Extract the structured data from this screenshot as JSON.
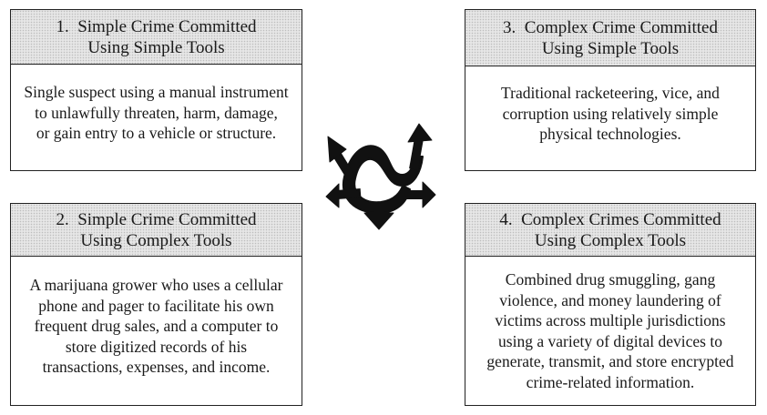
{
  "quadrants": [
    {
      "number": "1.",
      "title_lines": [
        "Simple Crime Committed",
        "Using Simple Tools"
      ],
      "body_lines": [
        "Single suspect using a manual instrument",
        "to unlawfully threaten, harm, damage,",
        "or gain entry to a vehicle or structure."
      ]
    },
    {
      "number": "2.",
      "title_lines": [
        "Simple Crime Committed",
        "Using Complex Tools"
      ],
      "body_lines": [
        "A marijuana grower who uses a cellular",
        "phone and pager to facilitate his own",
        "frequent drug sales, and a computer to",
        "store digitized records of his",
        "transactions, expenses, and income."
      ]
    },
    {
      "number": "3.",
      "title_lines": [
        "Complex Crime Committed",
        "Using Simple Tools"
      ],
      "body_lines": [
        "Traditional racketeering, vice, and",
        "corruption using relatively simple",
        "physical technologies."
      ]
    },
    {
      "number": "4.",
      "title_lines": [
        "Complex Crimes Committed",
        "Using Complex Tools"
      ],
      "body_lines": [
        "Combined drug smuggling, gang",
        "violence, and money laundering of",
        "victims across multiple jurisdictions",
        "using a variety of digital devices to",
        "generate, transmit, and store encrypted",
        "crime-related information."
      ]
    }
  ],
  "center_graphic": {
    "icon": "multi-directional-arrows-icon",
    "color": "#111111"
  },
  "colors": {
    "header_fill": "#e6e6e6",
    "border": "#222222",
    "text": "#1a1a1a"
  }
}
